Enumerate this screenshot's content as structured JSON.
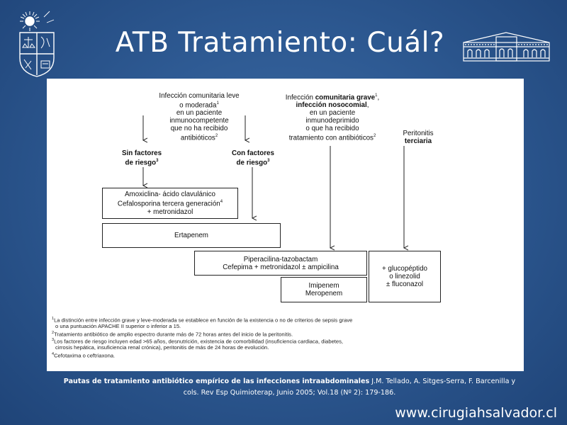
{
  "slide": {
    "title": "ATB Tratamiento: Cuál?",
    "website": "www.cirugiahsalvador.cl"
  },
  "diagram": {
    "top_left": {
      "l1": "Infección comunitaria leve",
      "l2": "o moderada",
      "l2_sup": "1",
      "l3": "en un paciente",
      "l4": "inmunocompetente",
      "l5": "que no ha recibido",
      "l6": "antibióticos",
      "l6_sup": "2"
    },
    "top_middle": {
      "l1a": "Infección ",
      "l1b": "comunitaria grave",
      "l1_sup": "1",
      "l1c": ",",
      "l2": "infección nosocomial",
      "l2c": ",",
      "l3": "en un paciente",
      "l4": "inmunodeprimido",
      "l5": "o que ha recibido",
      "l6": "tratamiento con antibióticos",
      "l6_sup": "2"
    },
    "top_right": {
      "l1": "Peritonitis",
      "l2": "terciaria"
    },
    "sin_factores": {
      "l1": "Sin factores",
      "l2": "de riesgo",
      "sup": "3"
    },
    "con_factores": {
      "l1": "Con factores",
      "l2": "de riesgo",
      "sup": "3"
    },
    "box_amox": {
      "l1": "Amoxiclina- ácido clavulánico",
      "l2": "Cefalosporina tercera generación",
      "l2_sup": "4",
      "l3": "+ metronidazol"
    },
    "box_ertapenem": "Ertapenem",
    "box_pipe": {
      "l1": "Piperacilina-tazobactam",
      "l2": "Cefepima + metronidazol ± ampicilina"
    },
    "box_imipenem": {
      "l1": "Imipenem",
      "l2": "Meropenem"
    },
    "box_gluco": {
      "l1": "+ glucopéptido",
      "l2": "o linezolid",
      "l3": "± fluconazol"
    }
  },
  "footnotes": [
    {
      "num": "1",
      "text": "La distinción entre infección grave y leve-moderada se establece en función de la existencia o no de criterios de sepsis grave"
    },
    {
      "num": "",
      "text": "o una puntuación APACHE II superior o inferior a 15."
    },
    {
      "num": "2",
      "text": "Tratamiento antibiótico de amplio espectro durante más de 72 horas antes del inicio de la peritonitis."
    },
    {
      "num": "3",
      "text": "Los factores de riesgo incluyen edad >65 años, desnutrición, existencia de comorbilidad (insuficiencia cardiaca, diabetes,"
    },
    {
      "num": "",
      "text": "cirrosis hepática, insuficiencia renal crónica), peritonitis de más de 24 horas de evolución."
    },
    {
      "num": "4",
      "text": "Cefotaxima o ceftriaxona."
    }
  ],
  "caption": {
    "bold": "Pautas de tratamiento antibiótico empírico de las infecciones intraabdominales",
    "rest_line1": " J.M. Tellado, A. Sitges-Serra, F. Barcenilla y",
    "line2": "cols. Rev Esp Quimioterap, Junio 2005; Vol.18 (Nº 2): 179-186."
  }
}
